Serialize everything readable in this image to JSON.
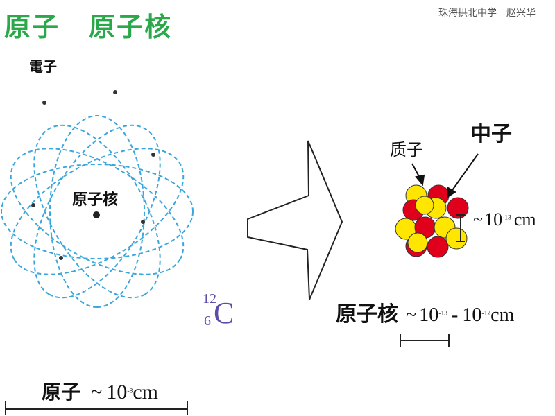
{
  "header": {
    "title_atom": "原子",
    "title_nucleus": "原子核",
    "credit": "珠海拱北中学　赵兴华"
  },
  "atom_diagram": {
    "electron_label": "電子",
    "nucleus_label": "原子核",
    "scale_label": "原子",
    "scale_tilde": "~",
    "scale_base": "10",
    "scale_exp": "-8",
    "scale_unit": "cm"
  },
  "isotope": {
    "mass_number": "12",
    "atomic_number": "6",
    "symbol": "C"
  },
  "nucleus_diagram": {
    "proton_label": "质子",
    "neutron_label": "中子",
    "particle_size_tilde": "~",
    "particle_size_base": "10",
    "particle_size_exp": "-13",
    "particle_size_unit": "cm",
    "size_label": "原子核",
    "size_tilde": "~",
    "size_base1": "10",
    "size_exp1": "-13",
    "size_dash": "-",
    "size_base2": "10",
    "size_exp2": "-12",
    "size_unit": "cm"
  },
  "colors": {
    "title_green": "#2aa84a",
    "orbit_blue": "#3aa6dc",
    "proton_yellow": "#ffe600",
    "neutron_red": "#e0001b",
    "isotope_purple": "#5b4ea8"
  }
}
